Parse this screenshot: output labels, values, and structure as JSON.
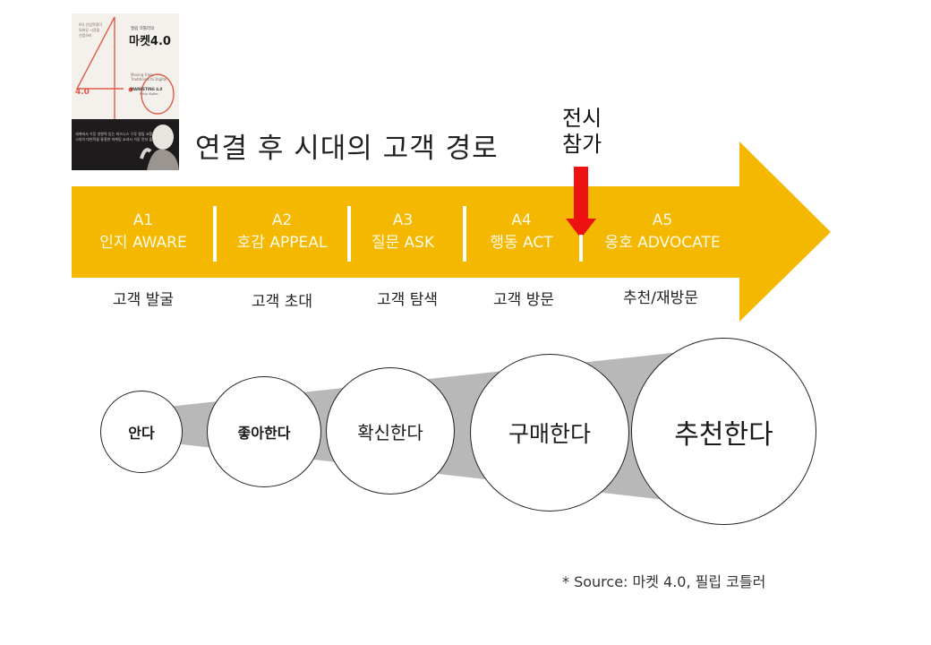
{
  "book": {
    "series": "필립 코틀러의",
    "title": "마켓4.0",
    "tagline": [
      "4차 산업혁명이",
      "뒤바꾼 시장을",
      "선점하라"
    ],
    "en_subtitle": [
      "Moving from",
      "Traditional to Digital"
    ],
    "en_title": "MARKETING 4.0",
    "en_author": "Philip Kotler",
    "numeral": "4.0",
    "blurb": [
      "세계에서 가장 영향력 있는 비즈니스 구루 필립 코틀러",
      "시대의 대변혁을 통찰한 마케팅 교과서 가장 먼저 출간"
    ]
  },
  "title": "연결 후 시대의 고객 경로",
  "exhibit_label": [
    "전시",
    "참가"
  ],
  "colors": {
    "arrow": "#f5b800",
    "marker": "#ee1111",
    "funnel": "#b8b8b8"
  },
  "stages": [
    {
      "code": "A1",
      "name": "인지 AWARE",
      "action": "고객 발굴"
    },
    {
      "code": "A2",
      "name": "호감 APPEAL",
      "action": "고객 초대"
    },
    {
      "code": "A3",
      "name": "질문 ASK",
      "action": "고객 탐색"
    },
    {
      "code": "A4",
      "name": "행동 ACT",
      "action": "고객 방문"
    },
    {
      "code": "A5",
      "name": "옹호 ADVOCATE",
      "action": "추천/재방문"
    }
  ],
  "circles": [
    "안다",
    "좋아한다",
    "확신한다",
    "구매한다",
    "추천한다"
  ],
  "source": "* Source: 마켓 4.0, 필립 코틀러"
}
